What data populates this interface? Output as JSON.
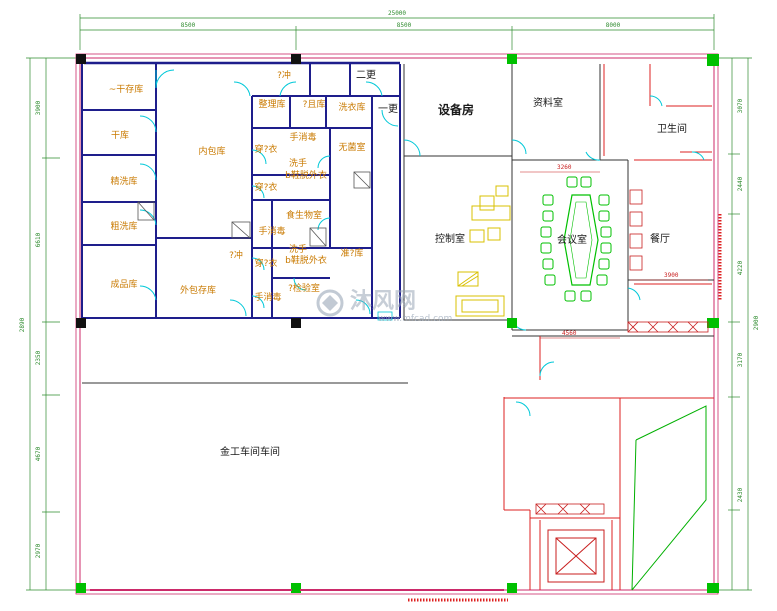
{
  "dimensions": {
    "total": "25000",
    "top_segments": [
      "8500",
      "8500",
      "8000"
    ],
    "left": [
      "3900",
      "6610",
      "2890",
      "2350",
      "4670",
      "2970"
    ],
    "right": [
      "3070",
      "2440",
      "4220",
      "2900",
      "3170",
      "2430"
    ],
    "inner": [
      "3260",
      "3900",
      "4560"
    ]
  },
  "rooms": {
    "equipment_room": "设备房",
    "archive_room": "资料室",
    "restroom": "卫生间",
    "dry_storage": "~干存库",
    "dry_room": "干库",
    "fine_wash": "精洗库",
    "rough_wash": "粗洗库",
    "finished_goods": "成品库",
    "inner_pack": "内包库",
    "outer_pack": "外包存库",
    "flush1": "?冲",
    "flush2": "?冲",
    "sort_room": "整理库",
    "flush_store": "?且库",
    "laundry": "洗衣库",
    "change2": "二更",
    "change1": "一更",
    "hand_disinfect1": "手消毒",
    "hand_disinfect2": "手消毒",
    "hand_disinfect3": "手消毒",
    "sterile_room": "无菌室",
    "wear_clothes1": "穿?衣",
    "wear_clothes2": "穿?衣",
    "wear_clothes3": "穿?衣",
    "wash_hands": "洗手",
    "wash_hands2": "洗手",
    "shoe_change1": "b鞋脱外衣",
    "shoe_change2": "b鞋脱外衣",
    "culture_room": "食生物室",
    "quasi_room": "准?库",
    "test_room": "?检验室",
    "control_room": "控制室",
    "meeting_room": "会议室",
    "dining": "餐厅",
    "workshop": "金工车间车间"
  },
  "watermark": {
    "brand": "沐风网",
    "site": "www.mfcad.com"
  },
  "colors": {
    "wall_outer": "#cc2a6a",
    "wall_inner": "#1e1e8c",
    "wall_red": "#dd2020",
    "door": "#00c8d8",
    "column": "#00a000",
    "dimension": "#2e8b2e",
    "furniture_green": "#00c000",
    "furniture_yellow": "#d8c000",
    "label": "#c97a00"
  }
}
